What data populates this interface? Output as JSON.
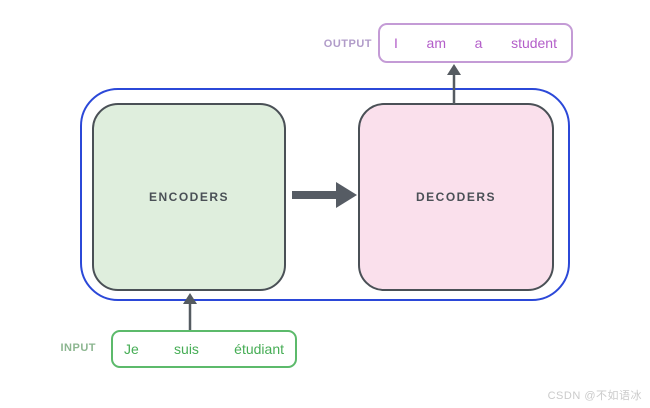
{
  "diagram": {
    "title_context": "encoder-decoder translation diagram",
    "output_label": "OUTPUT",
    "input_label": "INPUT",
    "encoder_block": {
      "label": "ENCODERS"
    },
    "decoder_block": {
      "label": "DECODERS"
    },
    "output_box": {
      "tokens": [
        "I",
        "am",
        "a",
        "student"
      ]
    },
    "input_box": {
      "tokens": [
        "Je",
        "suis",
        "étudiant"
      ]
    },
    "watermark": "CSDN @不如语冰",
    "colors": {
      "container_border": "#2b48d8",
      "block_border": "#4a5056",
      "encoder_fill": "#dfeedd",
      "decoder_fill": "#fae0ec",
      "arrow": "#565c64",
      "output_accent": "#b35ec9",
      "output_border": "#c49bd6",
      "output_label": "#b19cc9",
      "input_accent": "#46ad55",
      "input_border": "#5cba6b",
      "input_label": "#8cb690",
      "watermark_gray": "#cbcbcb"
    }
  }
}
